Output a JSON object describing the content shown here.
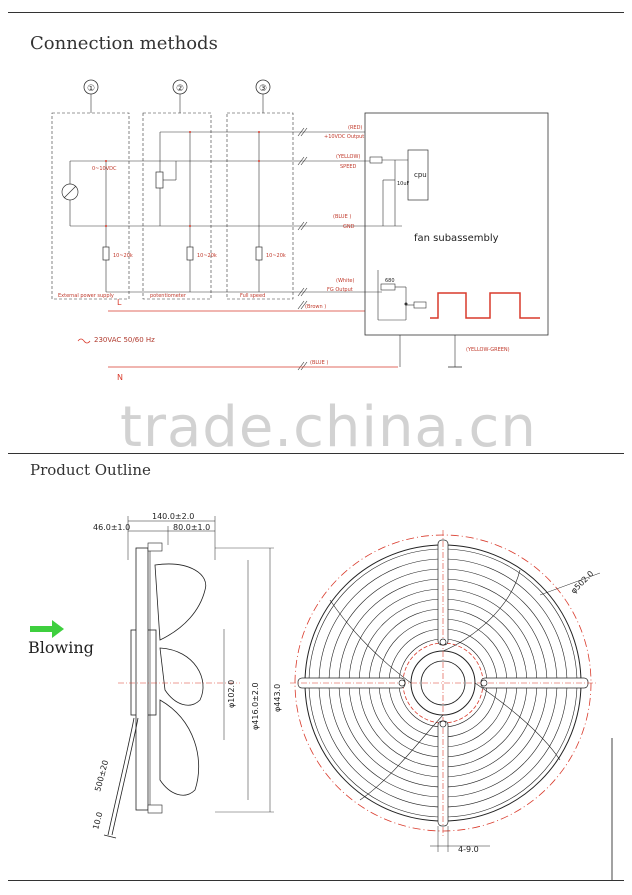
{
  "sections": {
    "connection_title": "Connection methods",
    "outline_title": "Product Outline"
  },
  "circuit": {
    "options": [
      "①",
      "②",
      "③"
    ],
    "option_captions": [
      "External power supply",
      "potentiometer",
      "Full speed"
    ],
    "resistor_label": "10~20k",
    "meter_label": "0~10VDC",
    "wire_labels": {
      "red": "(RED)",
      "red_desc": "+10VDC Output",
      "yellow": "(YELLOW)",
      "yellow_desc": "SPEED",
      "blue_gnd": "(BLUE )",
      "gnd_desc": "GND",
      "white": "(White)",
      "white_desc": "FG Output",
      "brown": "(Brown )",
      "blue_n": "(BLUE )",
      "yellow_green": "(YELLOW-GREEN)"
    },
    "cpu_label": "cpu",
    "cap_label": "10uF",
    "res_label": "680",
    "fan_subassembly": "fan subassembly",
    "line_L": "L",
    "line_N": "N",
    "supply_text": "230VAC 50/60 Hz"
  },
  "watermark": "trade.china.cn",
  "outline": {
    "blowing_label": "Blowing",
    "dim_140": "140.0±2.0",
    "dim_46": "46.0±1.0",
    "dim_80": "80.0±1.0",
    "dim_102": "φ102.0",
    "dim_416": "φ416.0±2.0",
    "dim_443": "φ443.0",
    "dim_500": "500±20",
    "dim_10": "10.0",
    "dim_502": "φ502.0",
    "dim_holes": "4-9.0"
  },
  "colors": {
    "accent_red": "#d93a2b",
    "line_dark": "#222222",
    "arrow_green": "#3ecf3e"
  }
}
